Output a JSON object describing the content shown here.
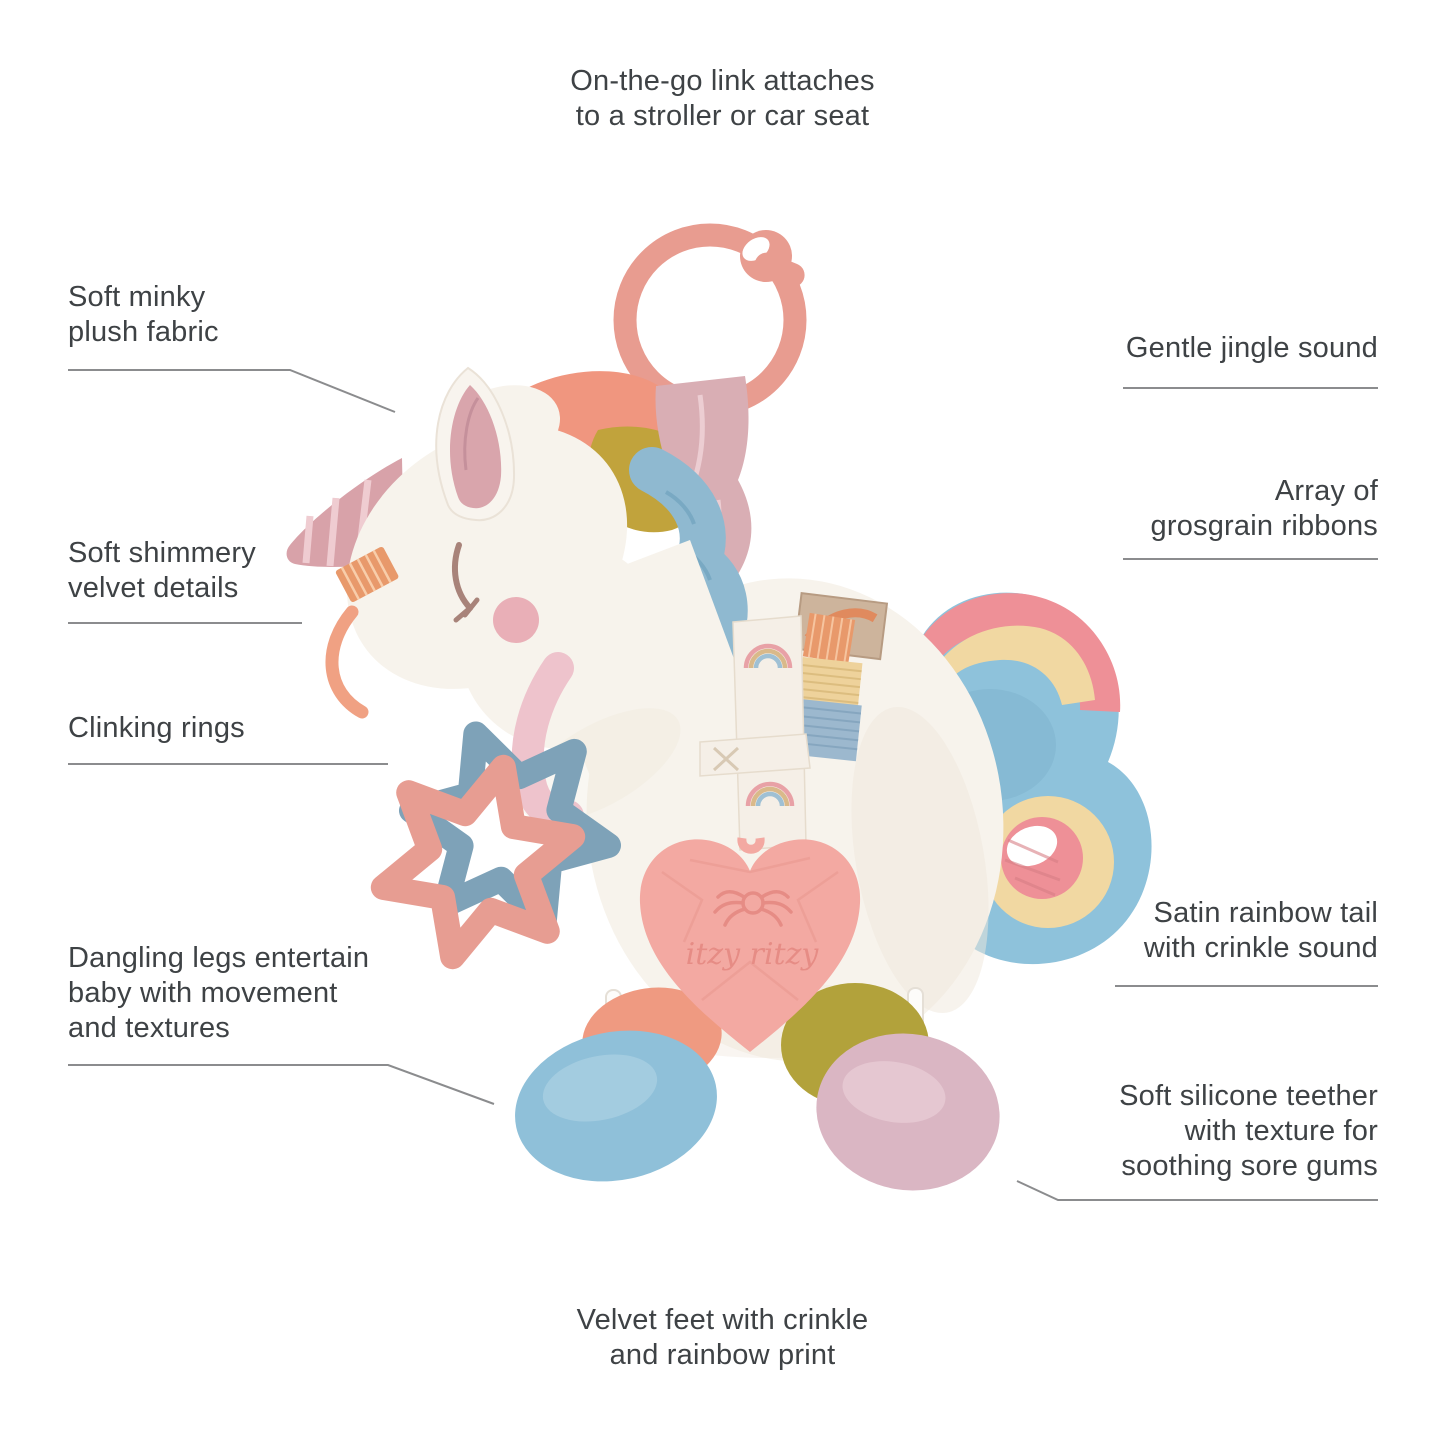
{
  "callouts": {
    "link": {
      "text": "On-the-go link attaches\nto a stroller or car seat"
    },
    "minky": {
      "text": "Soft minky\nplush fabric"
    },
    "velvet": {
      "text": "Soft shimmery\nvelvet details"
    },
    "rings": {
      "text": "Clinking rings"
    },
    "legs": {
      "text": "Dangling legs entertain\nbaby with movement\nand textures"
    },
    "jingle": {
      "text": "Gentle jingle sound"
    },
    "ribbons": {
      "text": "Array of\ngrosgrain ribbons"
    },
    "tail": {
      "text": "Satin rainbow tail\nwith crinkle sound"
    },
    "teether": {
      "text": "Soft silicone teether\nwith texture for\nsoothing sore gums"
    },
    "feet": {
      "text": "Velvet feet with crinkle\nand rainbow print"
    }
  },
  "toy": {
    "heart_brand_text": "itzy ritzy",
    "icons": {
      "heart_emblem": "spider-icon",
      "attachment": "clip-ring-icon"
    }
  },
  "colors": {
    "text": "#3e4245",
    "leader_line": "#8b8c8e",
    "ring": "#e89c90",
    "strap_pink_velvet": "#d9aeb4",
    "horn": "#d8a2a9",
    "plush_white": "#f7f3ec",
    "mane_coral": "#f0967f",
    "mane_olive": "#c1a33c",
    "mane_blue": "#8fb9d0",
    "tail_pink": "#ee9097",
    "tail_yellow": "#f1d8a2",
    "tail_blue": "#8ec2db",
    "star_ring_blue": "#7ea2b8",
    "star_ring_pink": "#e79d92",
    "heart_teether": "#f3a9a2",
    "rainbow_strap": "#f5efe7",
    "foot_coral": "#ef9a81",
    "foot_blue": "#8fc0d9",
    "foot_olive": "#b2a23b",
    "foot_pink": "#dab6c3"
  }
}
